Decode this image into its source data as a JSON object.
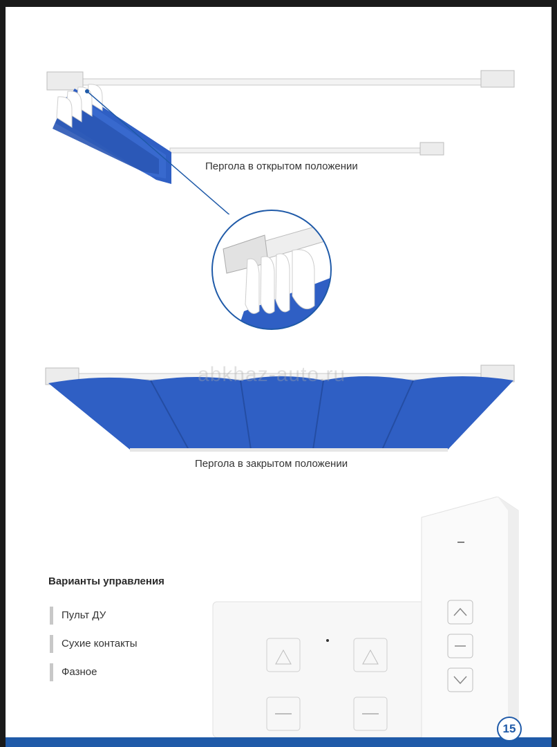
{
  "captions": {
    "open": "Пергола в открытом положении",
    "closed": "Пергола в закрытом положении"
  },
  "watermark": "abkhaz-auto.ru",
  "controls": {
    "title": "Варианты управления",
    "options": [
      "Пульт ДУ",
      "Сухие контакты",
      "Фазное"
    ]
  },
  "page_number": "15",
  "colors": {
    "fabric_blue": "#2f5fc4",
    "accent_blue": "#1f5aa8"
  }
}
